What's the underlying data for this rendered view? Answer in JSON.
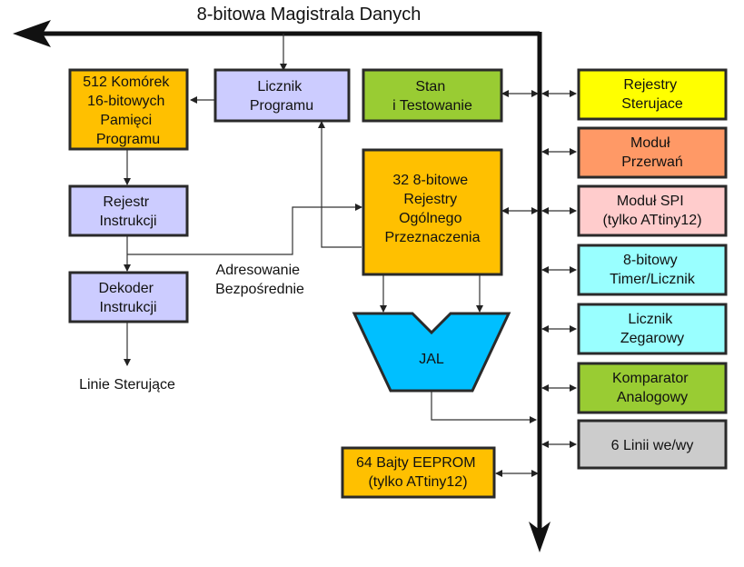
{
  "title": "8-bitowa Magistrala Danych",
  "colors": {
    "orange": "#ffc000",
    "lavender": "#ccccff",
    "green": "#99cc33",
    "yellow": "#ffff00",
    "salmon": "#ff9966",
    "pink": "#ffcccc",
    "cyan": "#99ffff",
    "gray": "#cccccc",
    "alu": "#00bfff"
  },
  "blocks": {
    "memory": [
      "512 Komórek",
      "16-bitowych",
      "Pamięci",
      "Programu"
    ],
    "pc": [
      "Licznik",
      "Programu"
    ],
    "status": [
      "Stan",
      "i Testowanie"
    ],
    "ir": [
      "Rejestr",
      "Instrukcji"
    ],
    "decoder": [
      "Dekoder",
      "Instrukcji"
    ],
    "gpr": [
      "32 8-bitowe",
      "Rejestry",
      "Ogólnego",
      "Przeznaczenia"
    ],
    "alu": "JAL",
    "eeprom": [
      "64 Bajty EEPROM",
      "(tylko ATtiny12)"
    ],
    "ctrl_regs": [
      "Rejestry",
      "Sterujace"
    ],
    "interrupt": [
      "Moduł",
      "Przerwań"
    ],
    "spi": [
      "Moduł SPI",
      "(tylko ATtiny12)"
    ],
    "timer": [
      "8-bitowy",
      "Timer/Licznik"
    ],
    "clock": [
      "Licznik",
      "Zegarowy"
    ],
    "comparator": [
      "Komparator",
      "Analogowy"
    ],
    "io": "6 Linii we/wy"
  },
  "labels": {
    "direct_addr": [
      "Adresowanie",
      "Bezpośrednie"
    ],
    "control_lines": "Linie Sterujące"
  }
}
